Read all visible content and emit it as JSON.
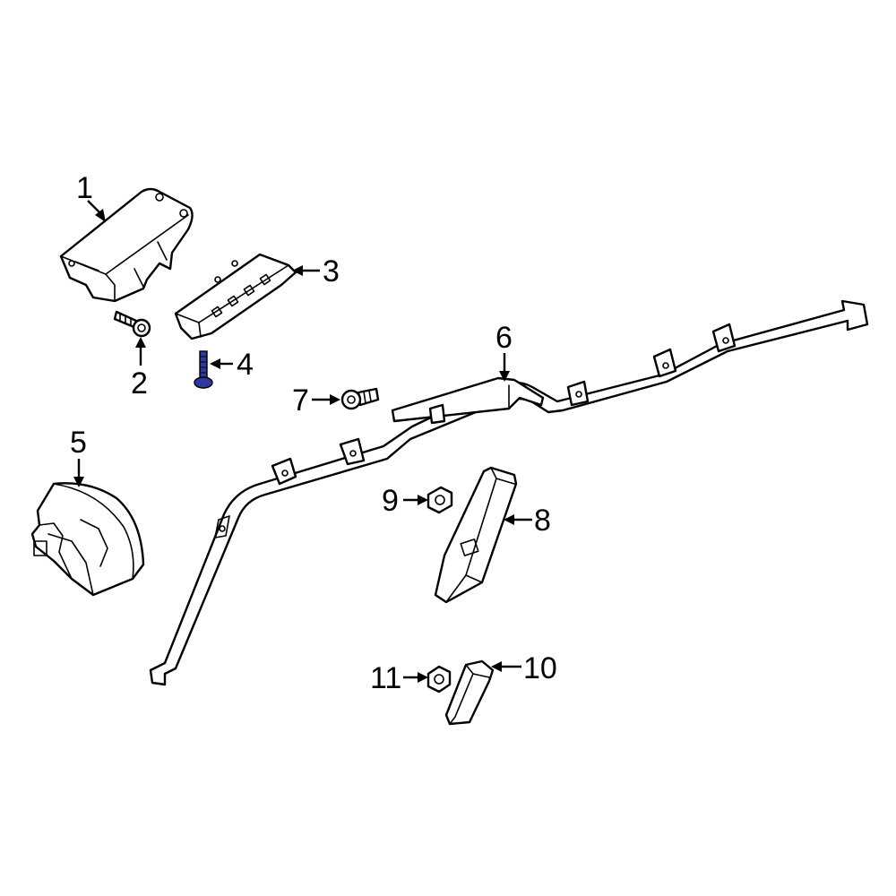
{
  "colors": {
    "background": "#ffffff",
    "line": "#000000",
    "highlight": "#2e3a9b"
  },
  "callouts": [
    {
      "id": "1",
      "label": "1"
    },
    {
      "id": "2",
      "label": "2"
    },
    {
      "id": "3",
      "label": "3"
    },
    {
      "id": "4",
      "label": "4",
      "highlighted": true
    },
    {
      "id": "5",
      "label": "5"
    },
    {
      "id": "6",
      "label": "6"
    },
    {
      "id": "7",
      "label": "7"
    },
    {
      "id": "8",
      "label": "8"
    },
    {
      "id": "9",
      "label": "9"
    },
    {
      "id": "10",
      "label": "10"
    },
    {
      "id": "11",
      "label": "11"
    }
  ]
}
